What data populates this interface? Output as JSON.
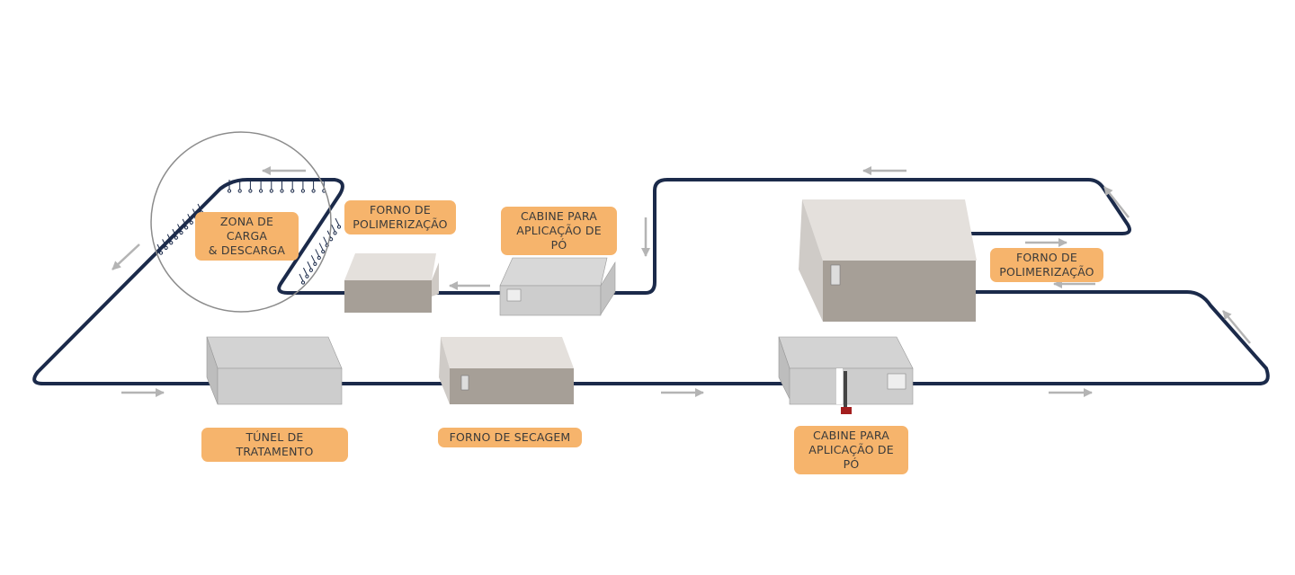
{
  "labels": {
    "loading_zone": "ZONA DE CARGA\n& DESCARGA",
    "curing_oven_top": "FORNO DE\nPOLIMERIZAÇÃO",
    "powder_booth_top": "CABINE PARA\nAPLICAÇÃO DE PÓ",
    "curing_oven_right": "FORNO DE\nPOLIMERIZAÇÃO",
    "treatment_tunnel": "TÚNEL DE TRATAMENTO",
    "drying_oven": "FORNO DE SECAGEM",
    "powder_booth_bottom": "CABINE PARA\nAPLICAÇÃO DE PÓ"
  },
  "colors": {
    "track": "#1b2a4a",
    "label_bg": "#f6b46c",
    "arrow": "#b4b4b4",
    "equipment_front": "#a69f97",
    "equipment_top": "#e4e0dc",
    "booth_body": "#cfcfcf",
    "zone_circle": "#8c8c8c"
  }
}
